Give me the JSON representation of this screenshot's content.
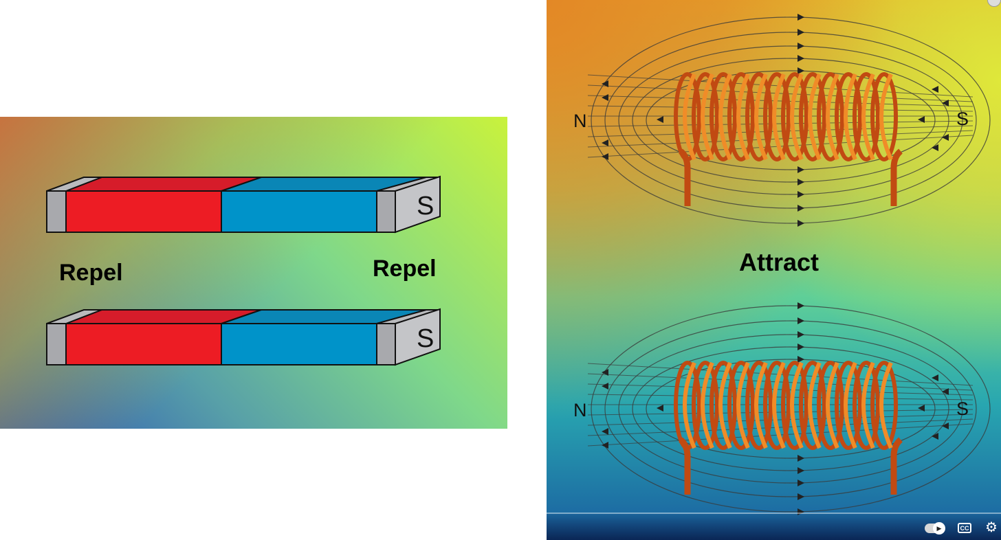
{
  "left_panel": {
    "label_left": "Repel",
    "label_right": "Repel",
    "magnet_pole_label": "S",
    "colors": {
      "red": "#ed1c24",
      "blue": "#0093c9",
      "end_cap": "#a8a9ad",
      "top_red": "#d61c2a",
      "top_blue": "#0a86b6"
    }
  },
  "right_panel": {
    "center_label": "Attract",
    "coil_top": {
      "north": "N",
      "south": "S"
    },
    "coil_bottom": {
      "north": "N",
      "south": "S"
    },
    "colors": {
      "wire_front": "#f08c28",
      "wire_back": "#c14a12",
      "field_line": "#3a3a3a"
    }
  },
  "player": {
    "autoplay_icon": "play-icon",
    "cc_label": "CC",
    "settings_icon": "gear-icon"
  }
}
